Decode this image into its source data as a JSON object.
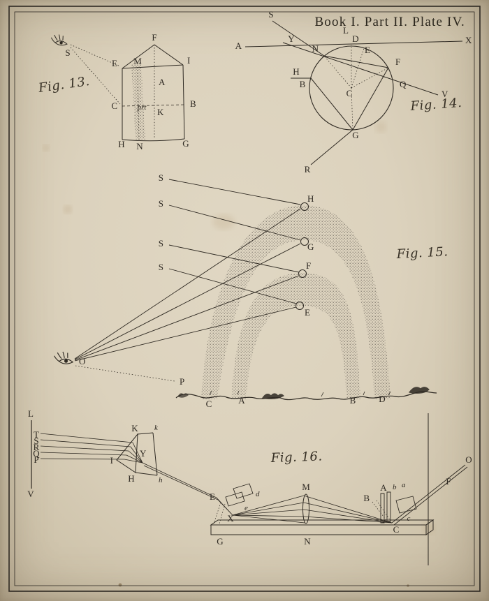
{
  "plate": {
    "title": "Book I. Part II. Plate IV."
  },
  "fig13": {
    "caption": "Fig. 13.",
    "labels": {
      "S": "S",
      "F": "F",
      "E": "E",
      "M": "M",
      "I": "I",
      "A": "A",
      "C": "C",
      "prt": "prt",
      "B": "B",
      "K": "K",
      "H": "H",
      "N": "N",
      "G": "G"
    }
  },
  "fig14": {
    "caption": "Fig. 14.",
    "labels": {
      "S": "S",
      "A": "A",
      "Y": "Y",
      "L": "L",
      "D": "D",
      "N": "N",
      "E": "E",
      "X": "X",
      "H": "H",
      "B": "B",
      "C": "C",
      "F": "F",
      "Q": "Q",
      "V": "V",
      "G": "G",
      "R": "R"
    }
  },
  "fig15": {
    "caption": "Fig. 15.",
    "rays": [
      "S",
      "S",
      "S",
      "S"
    ],
    "labels": {
      "H": "H",
      "G": "G",
      "F": "F",
      "E": "E",
      "O": "O",
      "P": "P",
      "C": "C",
      "A": "A",
      "B": "B",
      "D": "D"
    }
  },
  "fig16": {
    "caption": "Fig. 16.",
    "labels": {
      "L": "L",
      "T": "T",
      "S": "S",
      "R": "R",
      "Q": "Q",
      "P": "P",
      "V": "V",
      "K": "K",
      "k": "k",
      "I": "I",
      "Y": "Y",
      "H": "H",
      "h": "h",
      "E": "E",
      "d": "d",
      "e": "e",
      "X": "X",
      "G": "G",
      "M": "M",
      "N": "N",
      "B": "B",
      "A": "A",
      "b": "b",
      "a": "a",
      "c": "c",
      "C": "C",
      "F": "F",
      "O": "O"
    }
  }
}
